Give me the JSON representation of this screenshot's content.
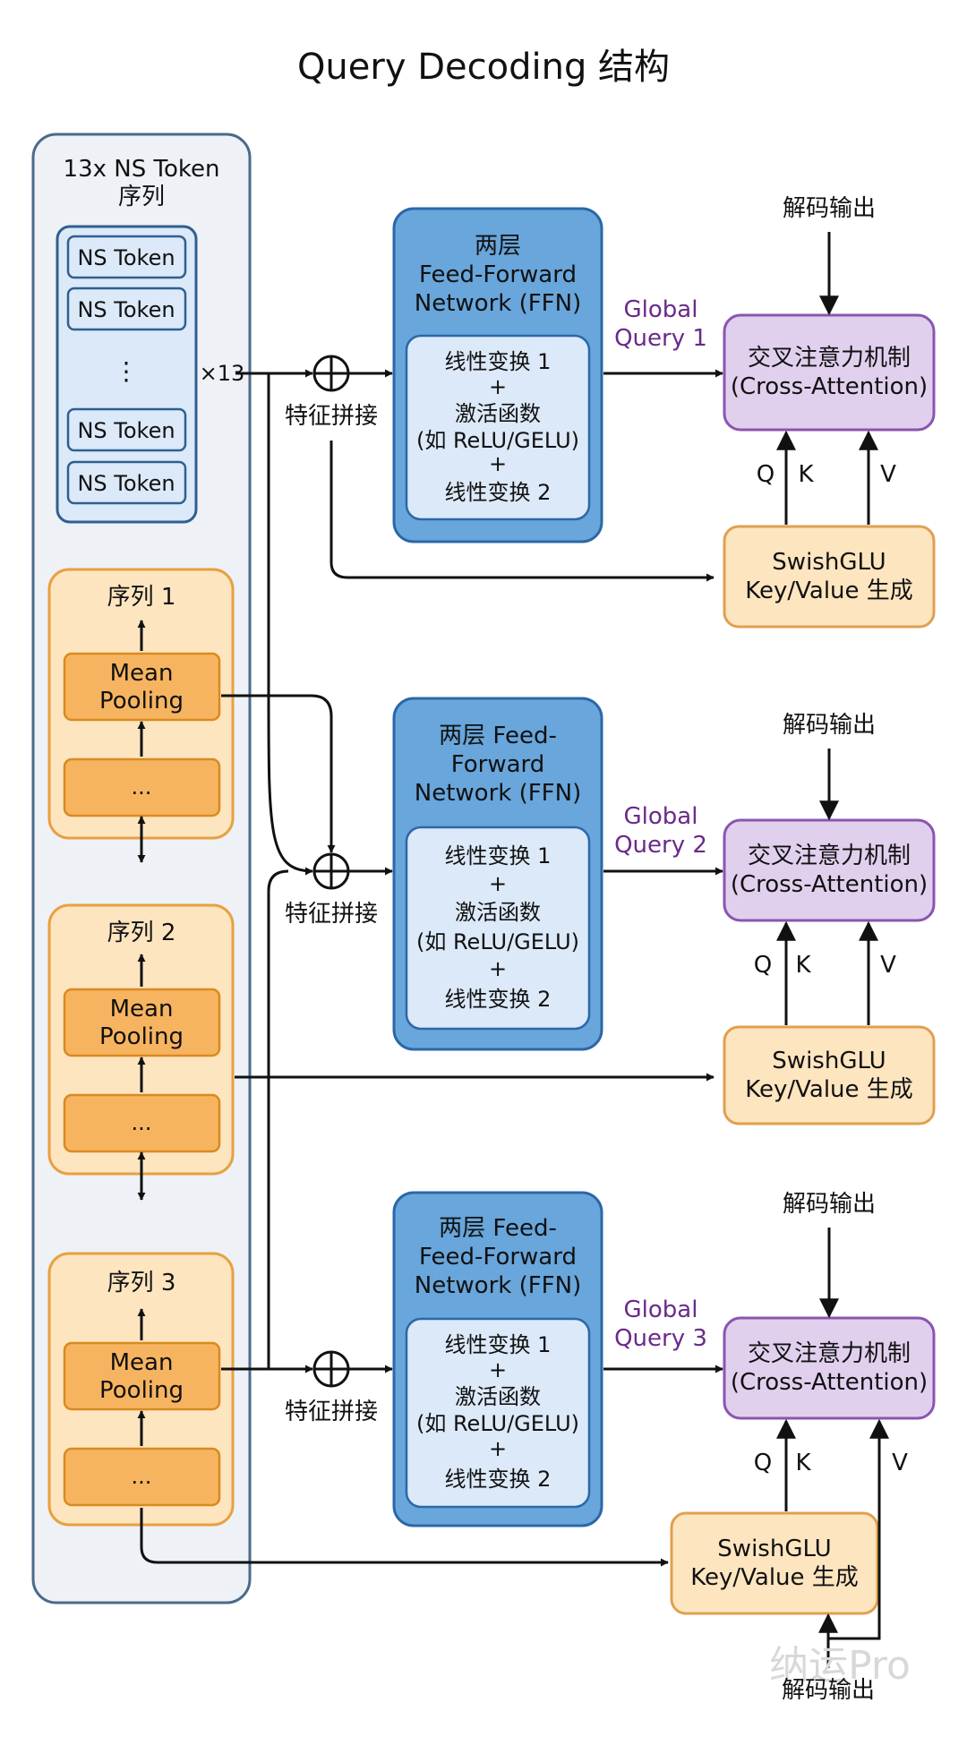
{
  "title": "Query Decoding 结构",
  "left_panel": {
    "title_line1": "13x NS Token",
    "title_line2": "序列",
    "ns_token_label": "NS Token",
    "ellipsis": "⋮",
    "multiplier": "×13"
  },
  "sequences": [
    {
      "label": "序列 1",
      "pool_line1": "Mean",
      "pool_line2": "Pooling",
      "dots": "..."
    },
    {
      "label": "序列 2",
      "pool_line1": "Mean",
      "pool_line2": "Pooling",
      "dots": "..."
    },
    {
      "label": "序列 3",
      "pool_line1": "Mean",
      "pool_line2": "Pooling",
      "dots": "..."
    }
  ],
  "concat_label": "特征拼接",
  "ffn_blocks": [
    {
      "title_lines": [
        "两层",
        "Feed-Forward",
        "Network (FFN)"
      ]
    },
    {
      "title_lines": [
        "两层 Feed-",
        "Forward",
        "Network (FFN)"
      ]
    },
    {
      "title_lines": [
        "两层 Feed-",
        "Feed-Forward",
        "Network (FFN)"
      ]
    }
  ],
  "ffn_inner_lines": [
    "线性变换 1",
    "+",
    "激活函数",
    "(如 ReLU/GELU)",
    "+",
    "线性变换 2"
  ],
  "global_queries": [
    {
      "line1": "Global",
      "line2": "Query 1"
    },
    {
      "line1": "Global",
      "line2": "Query 2"
    },
    {
      "line1": "Global",
      "line2": "Query 3"
    }
  ],
  "cross_attention": {
    "line1": "交叉注意力机制",
    "line2": "(Cross-Attention)"
  },
  "swishglu": {
    "line1": "SwishGLU",
    "line2": "Key/Value 生成"
  },
  "decode_output": "解码输出",
  "qkv": {
    "q": "Q",
    "k": "K",
    "v": "V"
  },
  "watermark": "纳运Pro",
  "colors": {
    "panel_fill": "#eef1f6",
    "panel_stroke": "#4a6a8a",
    "token_fill": "#dbe9f8",
    "token_stroke": "#2f5f8f",
    "seq_fill": "#fde5bf",
    "seq_stroke": "#e8a040",
    "pool_fill": "#f7b460",
    "pool_stroke": "#d98a20",
    "ffn_outer": "#68a6dc",
    "ffn_stroke": "#2a68a8",
    "ffn_inner": "#dce9f8",
    "ca_fill": "#e0d0ee",
    "ca_stroke": "#8a55b0",
    "sg_fill": "#fde5bf",
    "sg_stroke": "#e0a050",
    "purple_text": "#6a2a8a"
  }
}
